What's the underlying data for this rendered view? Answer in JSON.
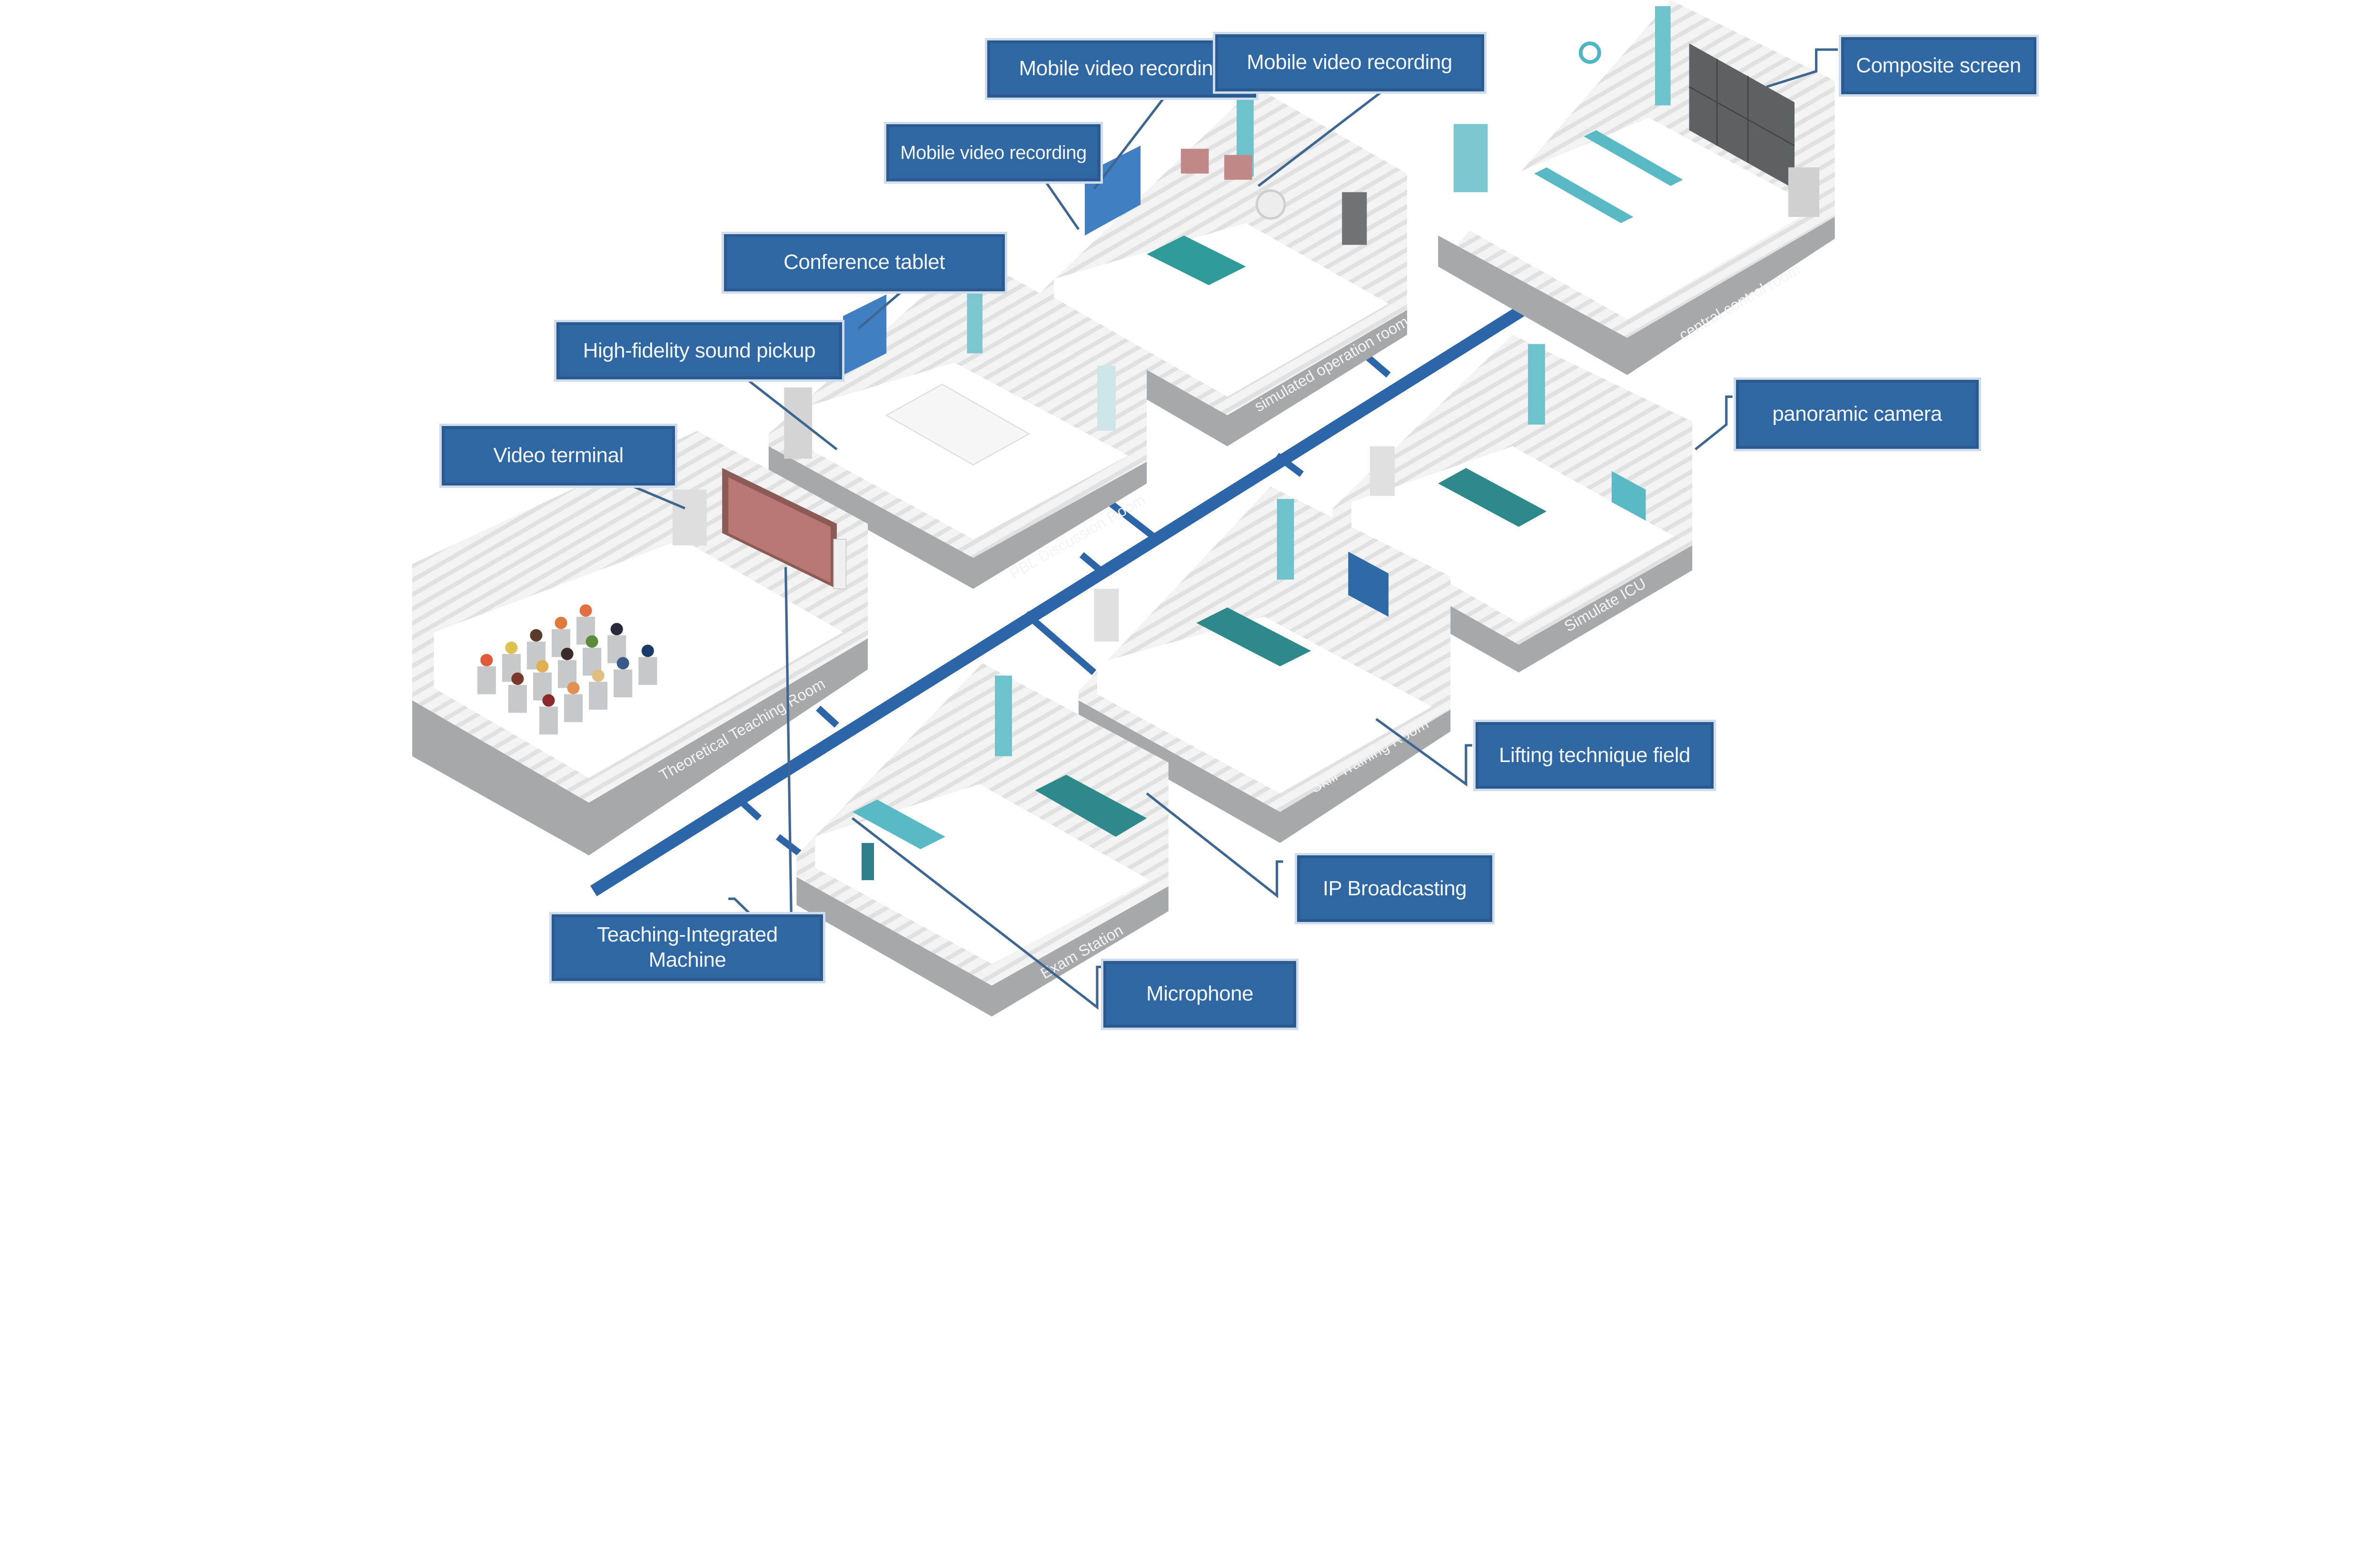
{
  "diagram": {
    "title": "",
    "colors": {
      "backbone": "#2c66a8",
      "callout_bg": "#2f67a3",
      "callout_text": "#f2f6fb",
      "slab": "#a7a8aa",
      "wall": "#ececec",
      "accent_teal": "#4fb7c4",
      "connector": "#3d6791"
    },
    "rooms": [
      {
        "id": "theoretical",
        "label": "Theoretical Teaching Room"
      },
      {
        "id": "pbl",
        "label": "PBL Discussion Room"
      },
      {
        "id": "operation",
        "label": "simulated operation room"
      },
      {
        "id": "central",
        "label": "central control room"
      },
      {
        "id": "icu",
        "label": "Simulate ICU"
      },
      {
        "id": "skill",
        "label": "Skill Training Room"
      },
      {
        "id": "exam",
        "label": "Exam Station"
      }
    ],
    "callouts": [
      {
        "id": "mvr-1",
        "label": "Mobile video recording"
      },
      {
        "id": "mvr-2",
        "label": "Mobile video recording"
      },
      {
        "id": "mvr-3",
        "label": "Mobile video recording"
      },
      {
        "id": "composite",
        "label": "Composite screen"
      },
      {
        "id": "conference",
        "label": "Conference tablet"
      },
      {
        "id": "sound",
        "label": "High-fidelity sound pickup"
      },
      {
        "id": "video-terminal",
        "label": "Video terminal"
      },
      {
        "id": "panoramic",
        "label": "panoramic camera"
      },
      {
        "id": "lifting",
        "label": "Lifting technique field"
      },
      {
        "id": "ip",
        "label": "IP Broadcasting"
      },
      {
        "id": "teaching-machine",
        "label": "Teaching-Integrated Machine"
      },
      {
        "id": "microphone",
        "label": "Microphone"
      }
    ]
  }
}
